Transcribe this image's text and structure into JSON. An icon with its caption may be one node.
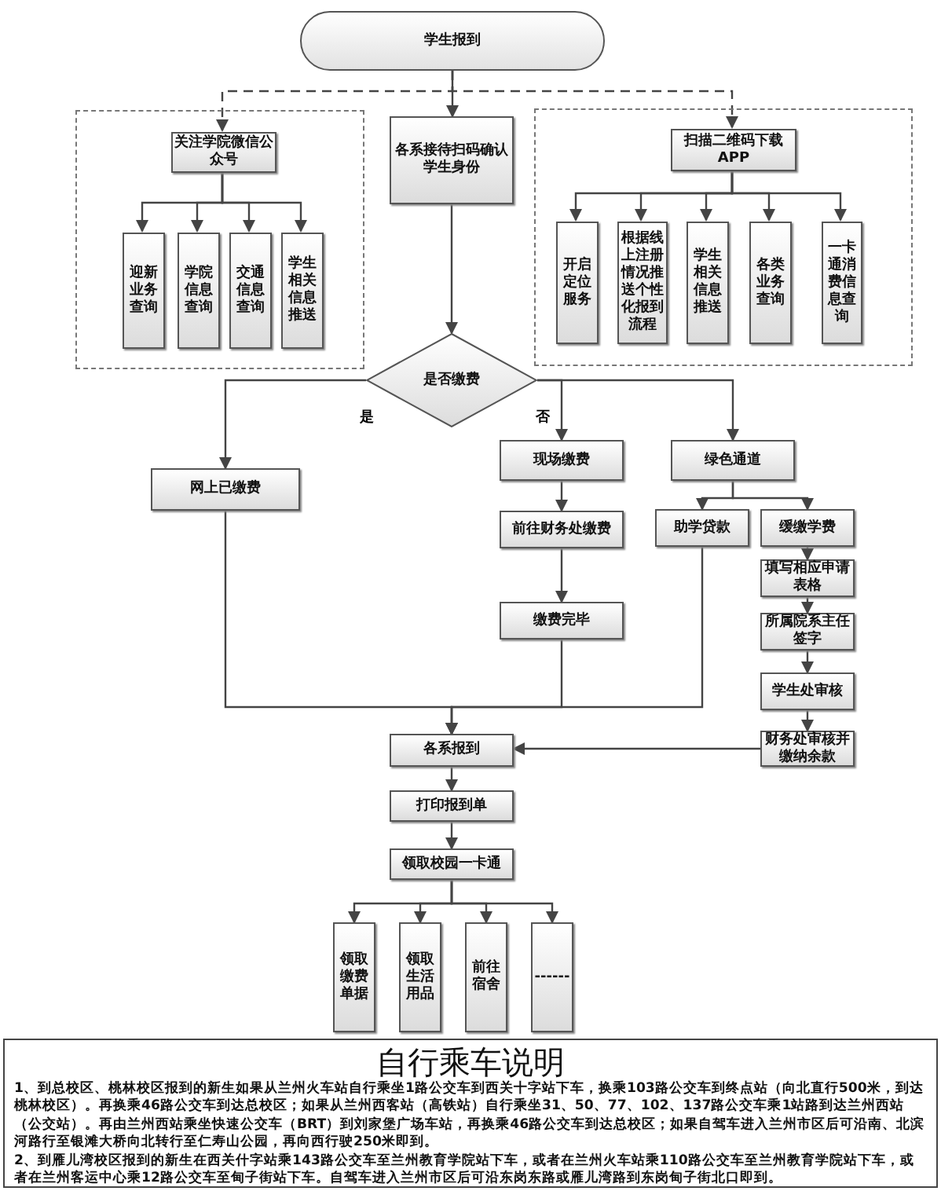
{
  "diagram": {
    "nodes": [
      {
        "text": [
          "学生报到"
        ]
      },
      {
        "text": [],
        "shape": "box"
      },
      {
        "text": [
          "关注学院微信公众号"
        ],
        "in": 1
      },
      {
        "text": [
          "迎新业务查询"
        ],
        "in": 1
      },
      {
        "text": [
          "学院信息查询"
        ],
        "in": 1
      },
      {
        "text": [
          "交通信息查询"
        ],
        "in": 1
      },
      {
        "text": [
          "学生相关信息推送"
        ],
        "in": 1
      },
      {
        "text": [
          "各系接待扫码确认学生身份"
        ]
      },
      {
        "text": [],
        "shape": "box"
      },
      {
        "text": [
          "扫描二维码下载APP"
        ],
        "in": 8
      },
      {
        "text": [
          "开启定位服务"
        ],
        "in": 8
      },
      {
        "text": [
          "根据线上注册情况推送个性化报到流程"
        ],
        "in": 8
      },
      {
        "text": [
          "学生相关信息推送"
        ],
        "in": 8
      },
      {
        "text": [
          "各类业务查询"
        ],
        "in": 8
      },
      {
        "text": [
          "一卡通消费信息查询"
        ],
        "in": 8
      },
      {
        "text": [
          "是否缴费"
        ]
      },
      {
        "text": [
          "网上已缴费"
        ]
      },
      {
        "text": [
          "现场缴费"
        ]
      },
      {
        "text": [
          "绿色通道"
        ]
      },
      {
        "text": [
          "前往财务处缴费"
        ]
      },
      {
        "text": [
          "助学贷款"
        ]
      },
      {
        "text": [
          "缓缴学费"
        ]
      },
      {
        "text": [
          "缴费完毕"
        ]
      },
      {
        "text": [
          "填写相应申请表格"
        ]
      },
      {
        "text": [
          "所属院系主任签字"
        ]
      },
      {
        "text": [
          "学生处审核"
        ]
      },
      {
        "text": [
          "财务处审核并缴纳余款"
        ]
      },
      {
        "text": [
          "各系报到"
        ]
      },
      {
        "text": [
          "打印报到单"
        ]
      },
      {
        "text": [
          "领取校园一卡通"
        ]
      },
      {
        "text": [
          "领取缴费单据"
        ]
      },
      {
        "text": [
          "领取生活用品"
        ]
      },
      {
        "text": [
          "前往宿舍"
        ]
      },
      {
        "text": [
          "------"
        ]
      },
      {
        "text": [
          "自行乘车说明",
          "1、到总校区、桃林校区报到的新生如果从兰州火车站自行乘坐1路公交车到西关十字站下车，换乘103路公交车到终点站（向北直行500米，到达桃林校区）。再换乘46路公交车到达总校区；如果从兰州西客站（高铁站）自行乘坐31、50、77、102、137路公交车乘1站路到达兰州西站（公交站）。再由兰州西站乘坐快速公交车（BRT）到刘家堡广场车站，再换乘46路公交车到达总校区；如果自驾车进入兰州市区后可沿南、北滨河路行至银滩大桥向北转行至仁寿山公园，再向西行驶250米即到。",
          "2、到雁儿湾校区报到的新生在西关什字站乘143路公交车至兰州教育学院站下车，或者在兰州火车站乘110路公交车至兰州教育学院站下车，或者在兰州客运中心乘12路公交车至甸子街站下车。自驾车进入兰州市区后可沿东岗东路或雁儿湾路到东岗甸子街北口即到。"
        ]
      }
    ],
    "edges": [
      {
        "from": 0,
        "to": 7,
        "arrow": "to"
      },
      {
        "from": 0,
        "to": 2,
        "arrow": "to",
        "style": "dashed"
      },
      {
        "from": 0,
        "to": 9,
        "arrow": "to",
        "style": "dashed"
      },
      {
        "from": 2,
        "to": 3,
        "arrow": "to"
      },
      {
        "from": 2,
        "to": 4,
        "arrow": "to"
      },
      {
        "from": 2,
        "to": 5,
        "arrow": "to"
      },
      {
        "from": 2,
        "to": 6,
        "arrow": "to"
      },
      {
        "from": 9,
        "to": 10,
        "arrow": "to"
      },
      {
        "from": 9,
        "to": 11,
        "arrow": "to"
      },
      {
        "from": 9,
        "to": 12,
        "arrow": "to"
      },
      {
        "from": 9,
        "to": 13,
        "arrow": "to"
      },
      {
        "from": 9,
        "to": 14,
        "arrow": "to"
      },
      {
        "from": 7,
        "to": 15,
        "arrow": "to"
      },
      {
        "from": 15,
        "to": 16,
        "arrow": "to",
        "label": "是"
      },
      {
        "from": 15,
        "to": 17,
        "arrow": "to",
        "label": "否"
      },
      {
        "from": 15,
        "to": 18,
        "arrow": "to"
      },
      {
        "from": 17,
        "to": 19,
        "arrow": "to"
      },
      {
        "from": 19,
        "to": 22,
        "arrow": "to"
      },
      {
        "from": 18,
        "to": 20,
        "arrow": "to"
      },
      {
        "from": 18,
        "to": 21,
        "arrow": "to"
      },
      {
        "from": 21,
        "to": 23,
        "arrow": "to"
      },
      {
        "from": 23,
        "to": 24,
        "arrow": "to"
      },
      {
        "from": 24,
        "to": 25,
        "arrow": "to"
      },
      {
        "from": 25,
        "to": 26,
        "arrow": "to"
      },
      {
        "from": 16,
        "to": 27,
        "arrow": "to"
      },
      {
        "from": 22,
        "to": 27,
        "arrow": "to"
      },
      {
        "from": 20,
        "to": 27,
        "arrow": "to"
      },
      {
        "from": 26,
        "to": 27,
        "arrow": "to"
      },
      {
        "from": 27,
        "to": 28,
        "arrow": "to"
      },
      {
        "from": 28,
        "to": 29,
        "arrow": "to"
      },
      {
        "from": 29,
        "to": 30,
        "arrow": "to"
      },
      {
        "from": 29,
        "to": 31,
        "arrow": "to"
      },
      {
        "from": 29,
        "to": 32,
        "arrow": "to"
      },
      {
        "from": 29,
        "to": 33,
        "arrow": "to"
      }
    ]
  }
}
